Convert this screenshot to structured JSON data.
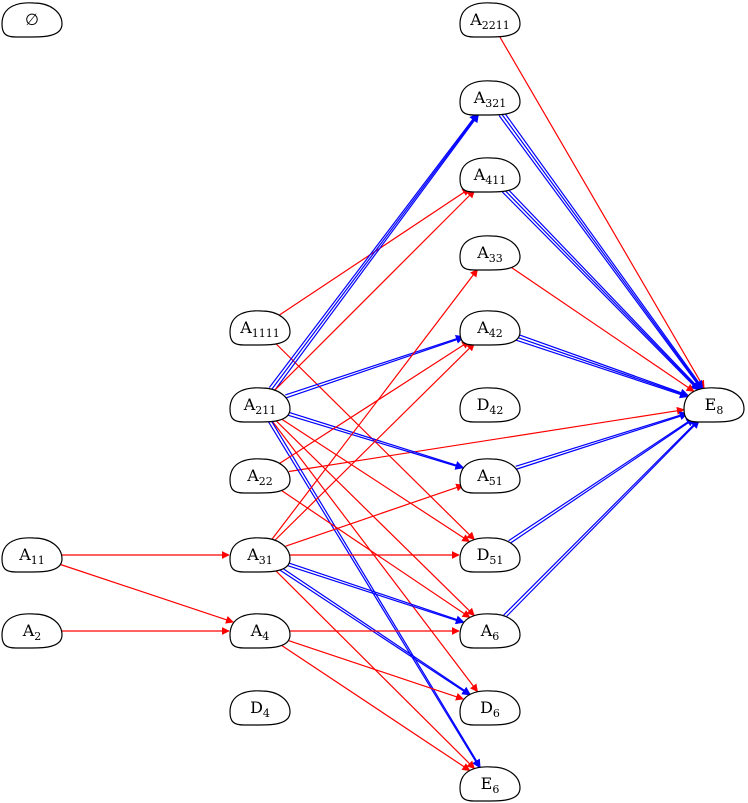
{
  "colors": {
    "red": "#ff0000",
    "blue": "#0000ff",
    "node_stroke": "#000000",
    "node_fill": "#ffffff"
  },
  "nodes": [
    {
      "id": "empty",
      "label": "∅",
      "sub": ""
    },
    {
      "id": "A2211",
      "label": "A",
      "sub": "2211"
    },
    {
      "id": "A321",
      "label": "A",
      "sub": "321"
    },
    {
      "id": "A411",
      "label": "A",
      "sub": "411"
    },
    {
      "id": "A33",
      "label": "A",
      "sub": "33"
    },
    {
      "id": "A1111",
      "label": "A",
      "sub": "1111"
    },
    {
      "id": "A42",
      "label": "A",
      "sub": "42"
    },
    {
      "id": "A211",
      "label": "A",
      "sub": "211"
    },
    {
      "id": "D42",
      "label": "D",
      "sub": "42"
    },
    {
      "id": "E8",
      "label": "E",
      "sub": "8"
    },
    {
      "id": "A22",
      "label": "A",
      "sub": "22"
    },
    {
      "id": "A51",
      "label": "A",
      "sub": "51"
    },
    {
      "id": "A11",
      "label": "A",
      "sub": "11"
    },
    {
      "id": "A31",
      "label": "A",
      "sub": "31"
    },
    {
      "id": "D51",
      "label": "D",
      "sub": "51"
    },
    {
      "id": "A2",
      "label": "A",
      "sub": "2"
    },
    {
      "id": "A4",
      "label": "A",
      "sub": "4"
    },
    {
      "id": "A6",
      "label": "A",
      "sub": "6"
    },
    {
      "id": "D4",
      "label": "D",
      "sub": "4"
    },
    {
      "id": "D6",
      "label": "D",
      "sub": "6"
    },
    {
      "id": "E6",
      "label": "E",
      "sub": "6"
    }
  ],
  "edges": [
    {
      "from": "A2211",
      "to": "E8",
      "color": "red",
      "count": 1
    },
    {
      "from": "A321",
      "to": "E8",
      "color": "blue",
      "count": 3
    },
    {
      "from": "A411",
      "to": "E8",
      "color": "blue",
      "count": 3
    },
    {
      "from": "A33",
      "to": "E8",
      "color": "red",
      "count": 1
    },
    {
      "from": "A42",
      "to": "E8",
      "color": "blue",
      "count": 3
    },
    {
      "from": "A22",
      "to": "E8",
      "color": "red",
      "count": 1
    },
    {
      "from": "A51",
      "to": "E8",
      "color": "blue",
      "count": 2
    },
    {
      "from": "D51",
      "to": "E8",
      "color": "blue",
      "count": 2
    },
    {
      "from": "A6",
      "to": "E8",
      "color": "blue",
      "count": 2
    },
    {
      "from": "A1111",
      "to": "A411",
      "color": "red",
      "count": 1
    },
    {
      "from": "A1111",
      "to": "D51",
      "color": "red",
      "count": 1
    },
    {
      "from": "A211",
      "to": "A321",
      "color": "blue",
      "count": 3
    },
    {
      "from": "A211",
      "to": "A411",
      "color": "red",
      "count": 1
    },
    {
      "from": "A211",
      "to": "A42",
      "color": "blue",
      "count": 2
    },
    {
      "from": "A211",
      "to": "A51",
      "color": "blue",
      "count": 2
    },
    {
      "from": "A211",
      "to": "D51",
      "color": "red",
      "count": 1
    },
    {
      "from": "A211",
      "to": "A6",
      "color": "red",
      "count": 1
    },
    {
      "from": "A211",
      "to": "D6",
      "color": "red",
      "count": 1
    },
    {
      "from": "A211",
      "to": "E6",
      "color": "blue",
      "count": 2
    },
    {
      "from": "A22",
      "to": "A42",
      "color": "red",
      "count": 1
    },
    {
      "from": "A22",
      "to": "A6",
      "color": "red",
      "count": 1
    },
    {
      "from": "A11",
      "to": "A31",
      "color": "red",
      "count": 1
    },
    {
      "from": "A11",
      "to": "A4",
      "color": "red",
      "count": 1
    },
    {
      "from": "A2",
      "to": "A4",
      "color": "red",
      "count": 1
    },
    {
      "from": "A31",
      "to": "A33",
      "color": "red",
      "count": 1
    },
    {
      "from": "A31",
      "to": "A42",
      "color": "red",
      "count": 1
    },
    {
      "from": "A31",
      "to": "A51",
      "color": "red",
      "count": 1
    },
    {
      "from": "A31",
      "to": "D51",
      "color": "red",
      "count": 1
    },
    {
      "from": "A31",
      "to": "A6",
      "color": "blue",
      "count": 2
    },
    {
      "from": "A31",
      "to": "D6",
      "color": "blue",
      "count": 2
    },
    {
      "from": "A31",
      "to": "E6",
      "color": "red",
      "count": 1
    },
    {
      "from": "A4",
      "to": "A6",
      "color": "red",
      "count": 1
    },
    {
      "from": "A4",
      "to": "D6",
      "color": "red",
      "count": 1
    },
    {
      "from": "A4",
      "to": "E6",
      "color": "red",
      "count": 1
    }
  ]
}
